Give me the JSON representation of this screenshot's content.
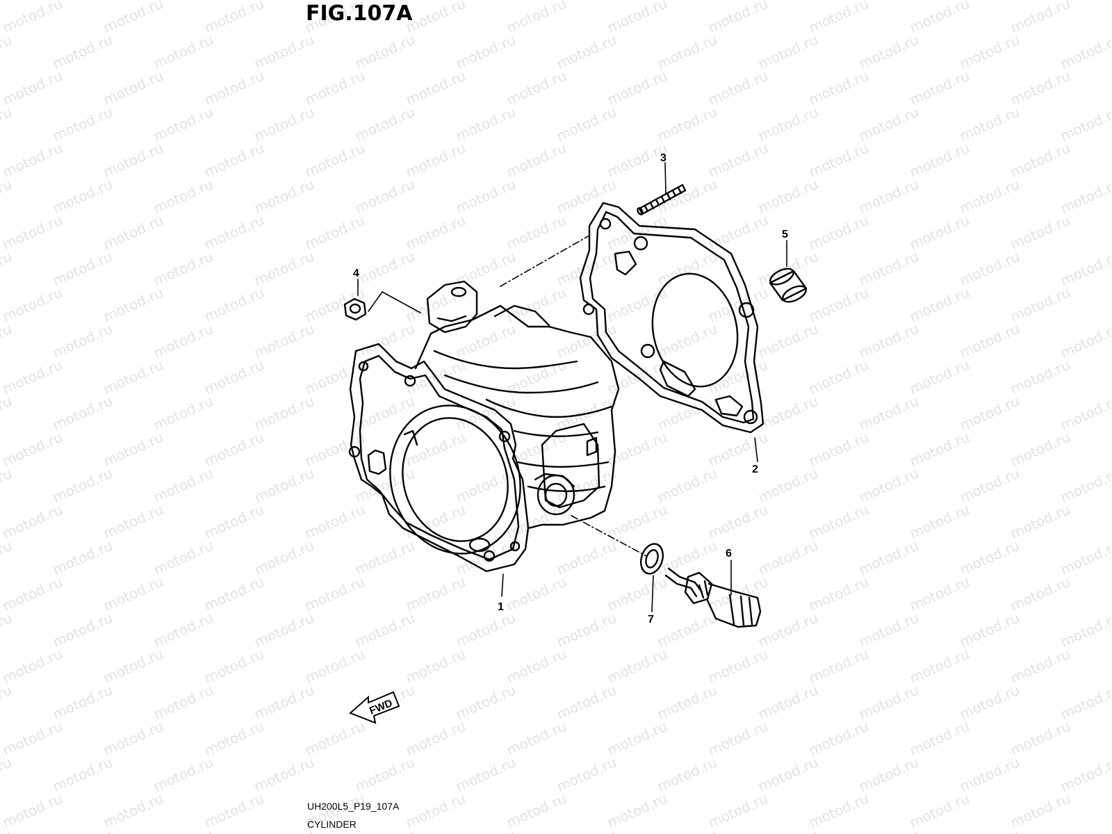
{
  "figure": {
    "title": "FIG.107A",
    "reference_code": "UH200L5_P19_107A",
    "caption": "CYLINDER"
  },
  "watermark": "motod.ru",
  "fwd_arrow": {
    "label": "FWD"
  },
  "callouts": [
    {
      "id": "1",
      "label": "1",
      "part": "cylinder"
    },
    {
      "id": "2",
      "label": "2",
      "part": "gasket"
    },
    {
      "id": "3",
      "label": "3",
      "part": "stud"
    },
    {
      "id": "4",
      "label": "4",
      "part": "nut"
    },
    {
      "id": "5",
      "label": "5",
      "part": "dowel-pin"
    },
    {
      "id": "6",
      "label": "6",
      "part": "temperature-sensor"
    },
    {
      "id": "7",
      "label": "7",
      "part": "washer"
    }
  ]
}
